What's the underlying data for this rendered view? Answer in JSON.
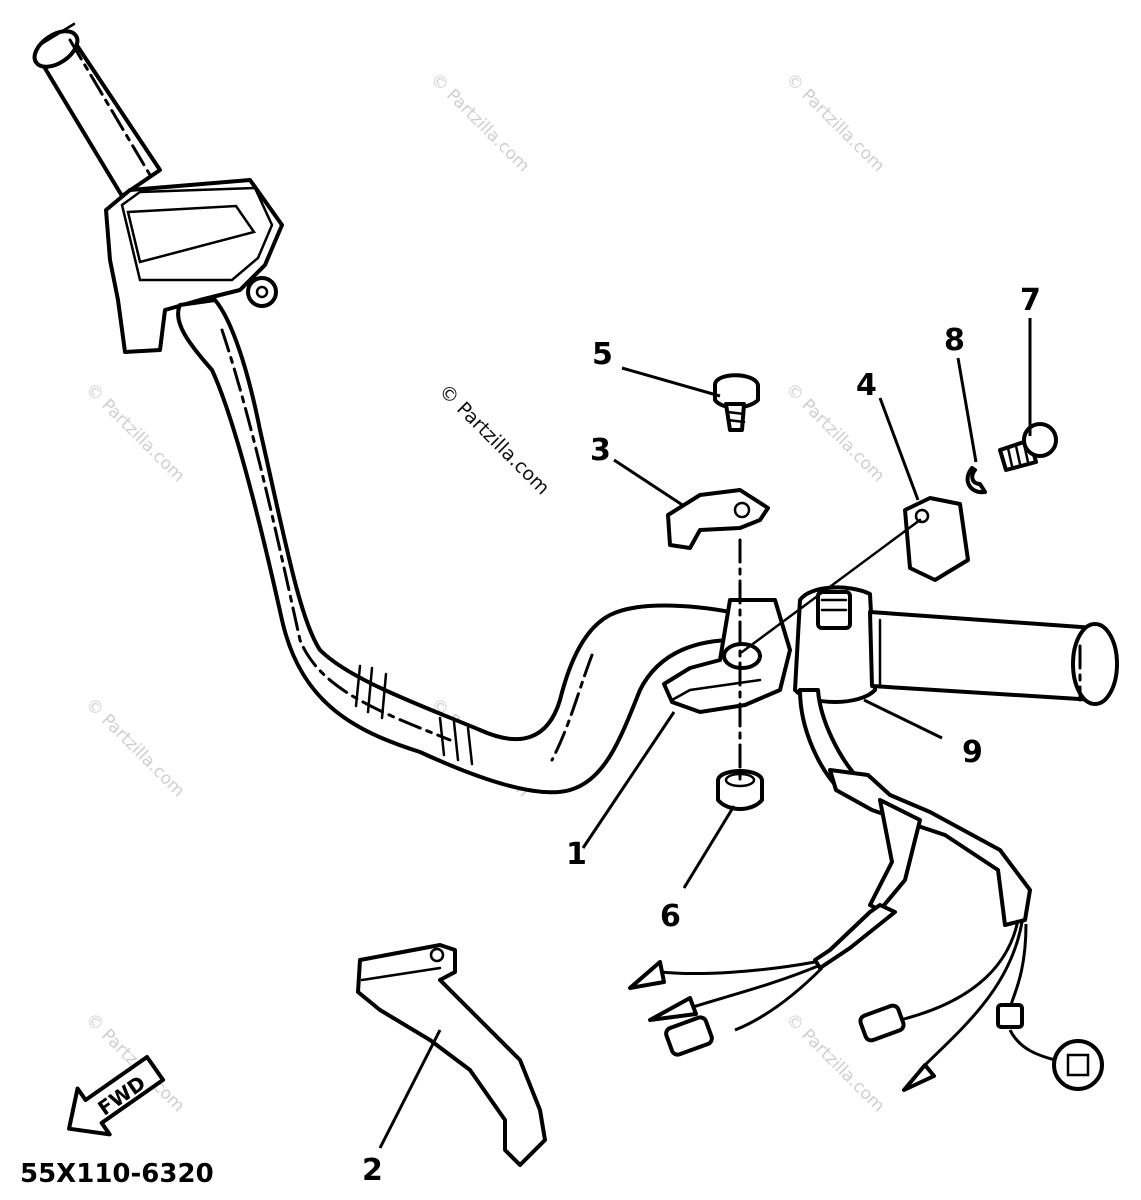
{
  "diagram": {
    "callouts": [
      {
        "id": "1",
        "label": "1"
      },
      {
        "id": "2",
        "label": "2"
      },
      {
        "id": "3",
        "label": "3"
      },
      {
        "id": "4",
        "label": "4"
      },
      {
        "id": "5",
        "label": "5"
      },
      {
        "id": "6",
        "label": "6"
      },
      {
        "id": "7",
        "label": "7"
      },
      {
        "id": "8",
        "label": "8"
      },
      {
        "id": "9",
        "label": "9"
      }
    ],
    "direction_arrow": "FWD",
    "drawing_number": "55X110-6320",
    "watermark_main": "© Partzilla.com",
    "watermark_repeat": "© Partzilla.com"
  }
}
